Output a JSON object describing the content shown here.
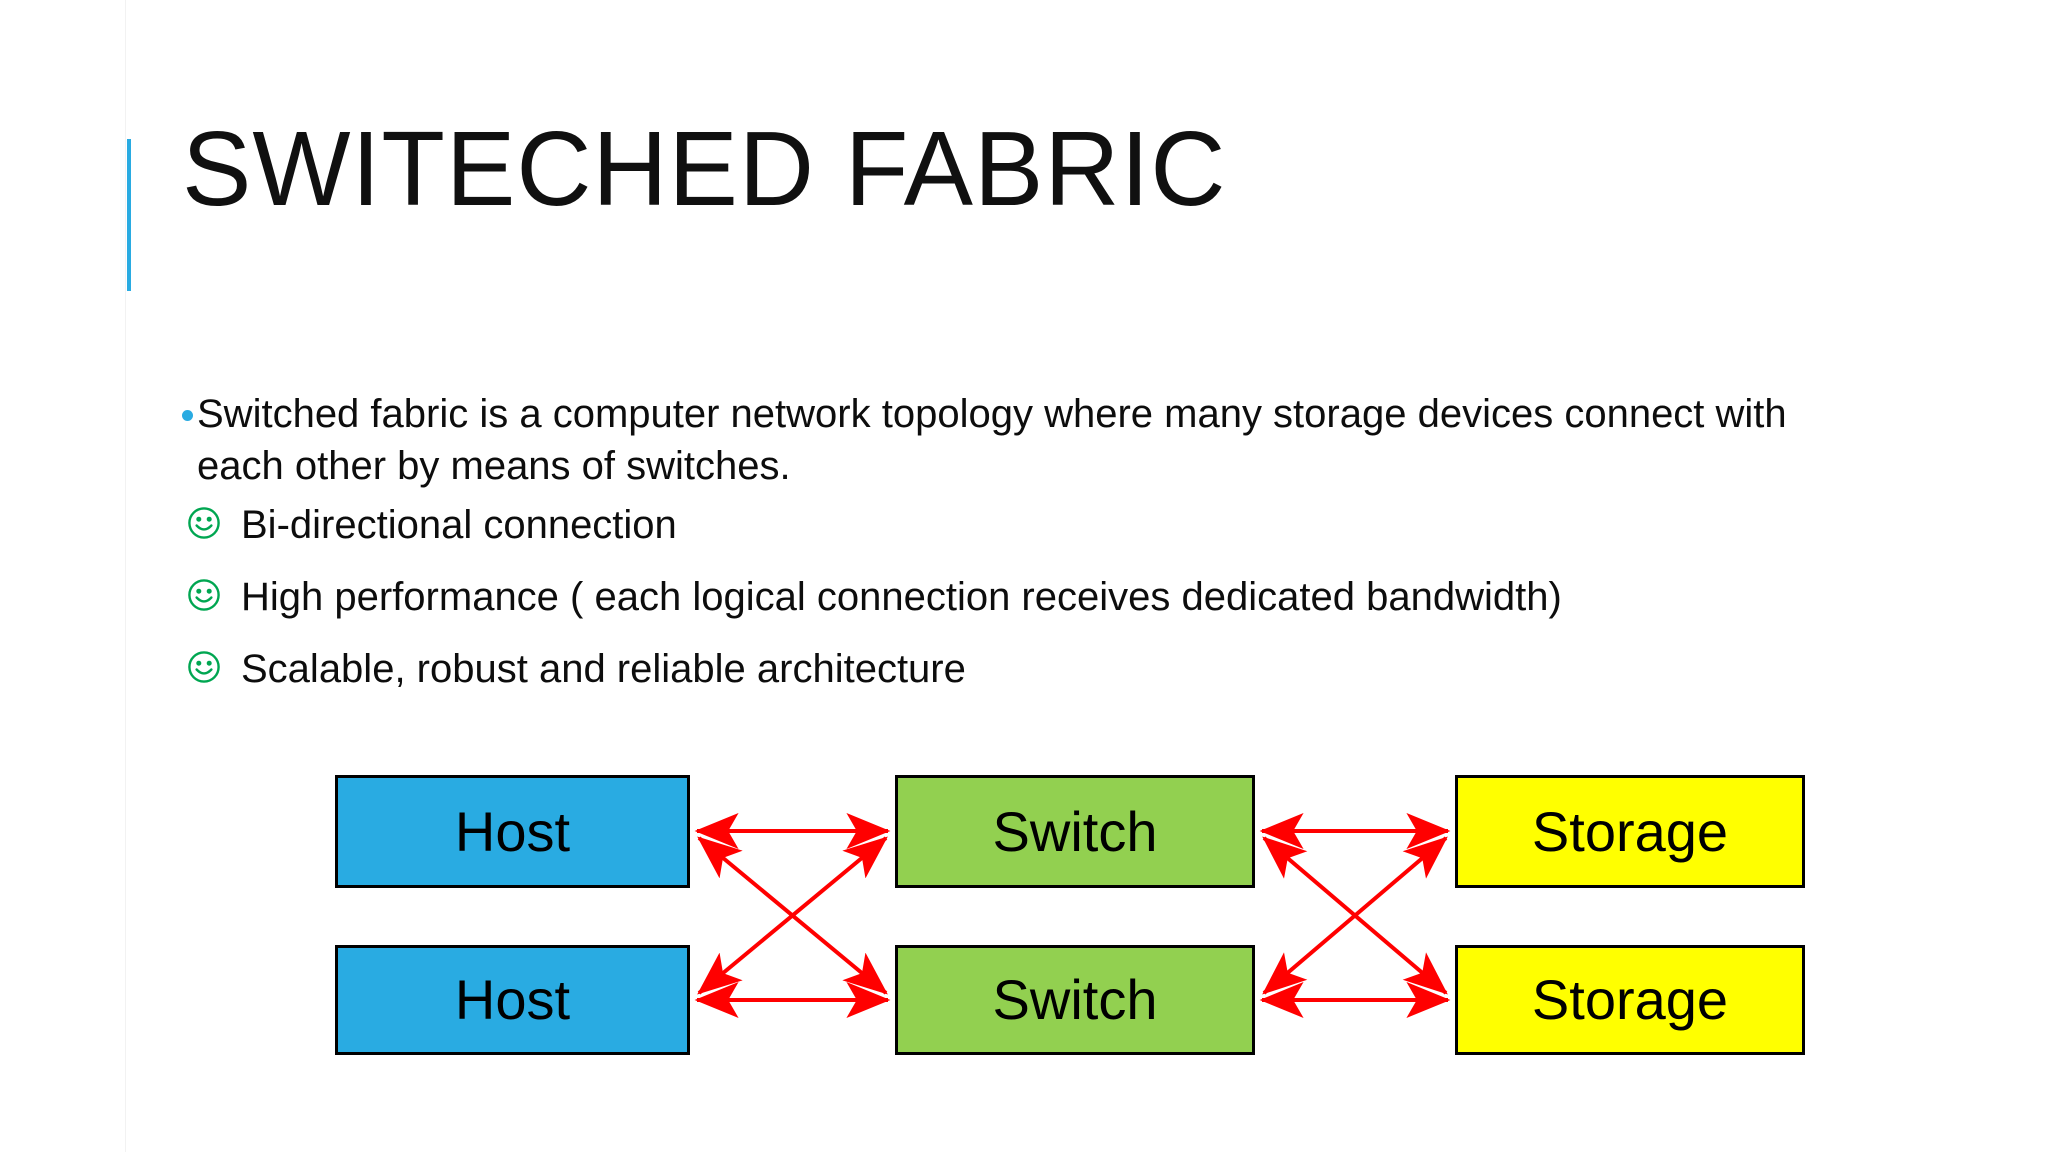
{
  "slide": {
    "title": "SWITECHED FABRIC",
    "accent_color": "#29ABE2",
    "background_color": "#FFFFFF"
  },
  "body": {
    "bullets": [
      {
        "marker": "blue-dot-bullet",
        "marker_color": "#29ABE2",
        "text": "Switched fabric is a computer network topology where many storage devices connect with each other by means of switches."
      },
      {
        "marker": "green-smiley-bullet",
        "marker_color": "#00A651",
        "text": "Bi-directional connection"
      },
      {
        "marker": "green-smiley-bullet",
        "marker_color": "#00A651",
        "text": "High performance ( each logical connection receives dedicated bandwidth)"
      },
      {
        "marker": "green-smiley-bullet",
        "marker_color": "#00A651",
        "text": "Scalable, robust and reliable architecture"
      }
    ]
  },
  "diagram": {
    "type": "network-topology",
    "connector_color": "#FF0000",
    "connector_style": "double-headed-arrow",
    "nodes": [
      {
        "id": "host-1",
        "label": "Host",
        "color": "#29ABE2",
        "column": "host",
        "row": 1
      },
      {
        "id": "host-2",
        "label": "Host",
        "color": "#29ABE2",
        "column": "host",
        "row": 2
      },
      {
        "id": "switch-1",
        "label": "Switch",
        "color": "#92D050",
        "column": "switch",
        "row": 1
      },
      {
        "id": "switch-2",
        "label": "Switch",
        "color": "#92D050",
        "column": "switch",
        "row": 2
      },
      {
        "id": "storage-1",
        "label": "Storage",
        "color": "#FFFF00",
        "column": "storage",
        "row": 1
      },
      {
        "id": "storage-2",
        "label": "Storage",
        "color": "#FFFF00",
        "column": "storage",
        "row": 2
      }
    ],
    "links": [
      {
        "from": "host-1",
        "to": "switch-1"
      },
      {
        "from": "host-1",
        "to": "switch-2"
      },
      {
        "from": "host-2",
        "to": "switch-1"
      },
      {
        "from": "host-2",
        "to": "switch-2"
      },
      {
        "from": "switch-1",
        "to": "storage-1"
      },
      {
        "from": "switch-1",
        "to": "storage-2"
      },
      {
        "from": "switch-2",
        "to": "storage-1"
      },
      {
        "from": "switch-2",
        "to": "storage-2"
      }
    ]
  }
}
